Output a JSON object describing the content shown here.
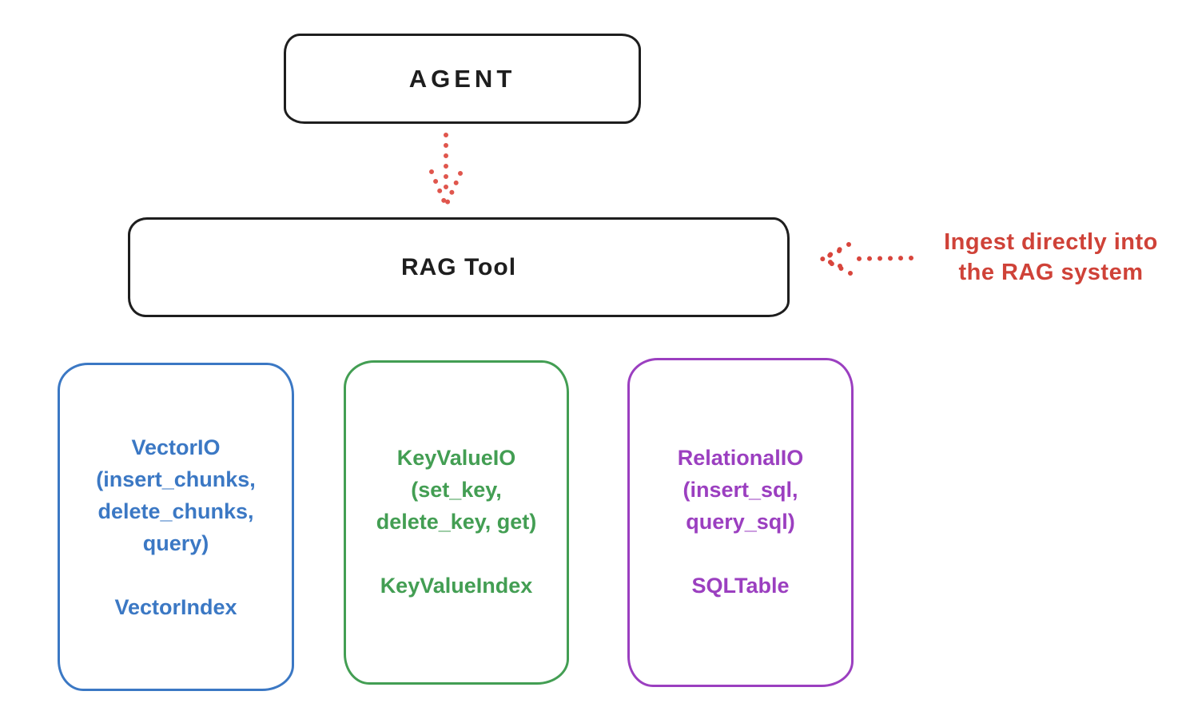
{
  "agent": {
    "label": "AGENT"
  },
  "rag_tool": {
    "label": "RAG Tool"
  },
  "annotation": {
    "line1": "Ingest directly into",
    "line2": "the RAG system",
    "color": "#cf4238"
  },
  "arrows": {
    "agent_to_rag": {
      "description": "dotted arrow pointing down from AGENT to RAG Tool",
      "color": "#e0564d"
    },
    "ingest": {
      "description": "dotted arrow pointing left into RAG Tool",
      "color": "#d8453c"
    }
  },
  "stores": [
    {
      "name": "vector-io",
      "color": "#3b78c4",
      "lines": [
        "VectorIO",
        "(insert_chunks,",
        "delete_chunks,",
        "query)"
      ],
      "index_label": "VectorIndex"
    },
    {
      "name": "key-value-io",
      "color": "#439e53",
      "lines": [
        "KeyValueIO",
        "(set_key,",
        "delete_key, get)"
      ],
      "index_label": "KeyValueIndex"
    },
    {
      "name": "relational-io",
      "color": "#9b3fc0",
      "lines": [
        "RelationalIO",
        "(insert_sql,",
        "query_sql)"
      ],
      "index_label": "SQLTable"
    }
  ],
  "ink_color": "#1e1e1e"
}
